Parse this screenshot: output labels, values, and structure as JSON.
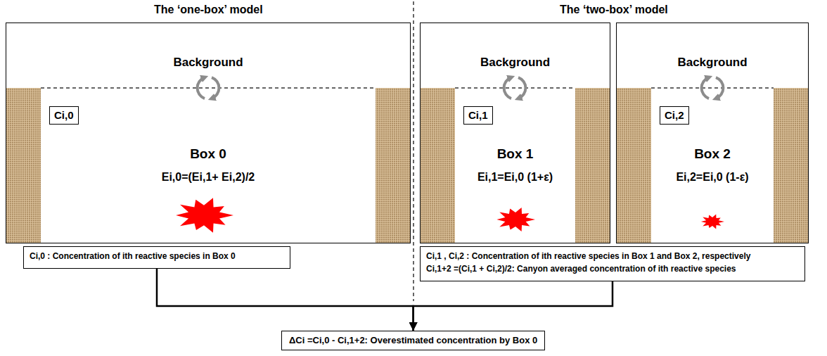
{
  "diagram": {
    "nodes": [
      {
        "text": [
          "Background",
          "Box 0",
          "Ei,0=(Ei,1+ Ei,2)/2"
        ]
      },
      {
        "text": [
          "Ci,0"
        ],
        "in": 0
      },
      {
        "text": [
          "Ci,0 : Concentration of ith reactive species in Box 0"
        ]
      },
      {
        "text": [
          "Background",
          "Box 1",
          "Ei,1=Ei,0 (1+ε)"
        ]
      },
      {
        "text": [
          "Ci,1"
        ],
        "in": 3
      },
      {
        "text": [
          "Background",
          "Box 2",
          "Ei,2=Ei,0 (1-ε)"
        ]
      },
      {
        "text": [
          "Ci,2"
        ],
        "in": 5
      },
      {
        "text": [
          "Ci,1 , Ci,2 : Concentration of ith reactive species in Box 1 and Box 2, respectively",
          "Ci,1+2 =(Ci,1 + Ci,2)/2: Canyon averaged concentration of ith reactive species"
        ]
      },
      {
        "text": [
          "ΔCi =Ci,0 - Ci,1+2: Overestimated concentration by Box 0"
        ]
      }
    ],
    "edges": [
      {
        "from": 2,
        "to": 8,
        "arrow": "to"
      },
      {
        "from": 7,
        "to": 8,
        "arrow": "to"
      }
    ],
    "labels": [
      "The ‘one-box’ model",
      "The ‘two-box’ model"
    ]
  }
}
